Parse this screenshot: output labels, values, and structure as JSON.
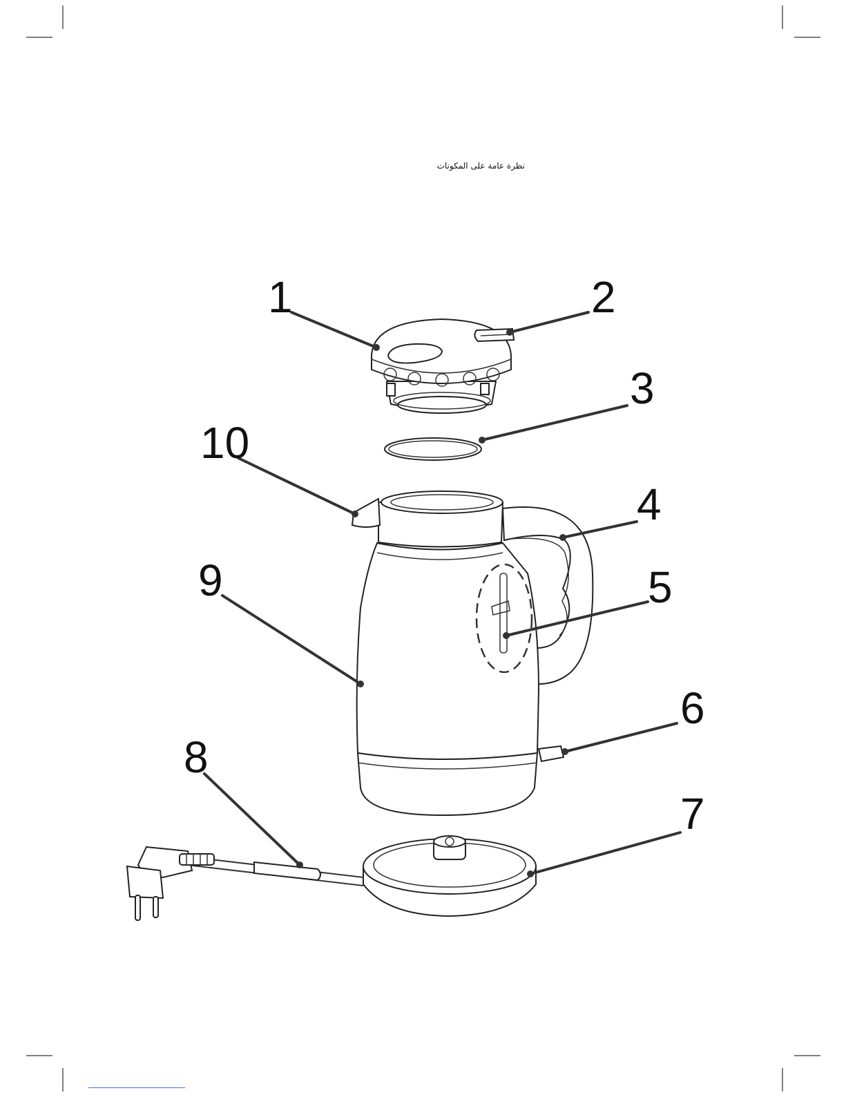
{
  "heading": "نظرة عامة على المكونات",
  "callouts": [
    {
      "label": "1"
    },
    {
      "label": "2"
    },
    {
      "label": "3"
    },
    {
      "label": "4"
    },
    {
      "label": "5"
    },
    {
      "label": "6"
    },
    {
      "label": "7"
    },
    {
      "label": "8"
    },
    {
      "label": "9"
    },
    {
      "label": "10"
    }
  ]
}
